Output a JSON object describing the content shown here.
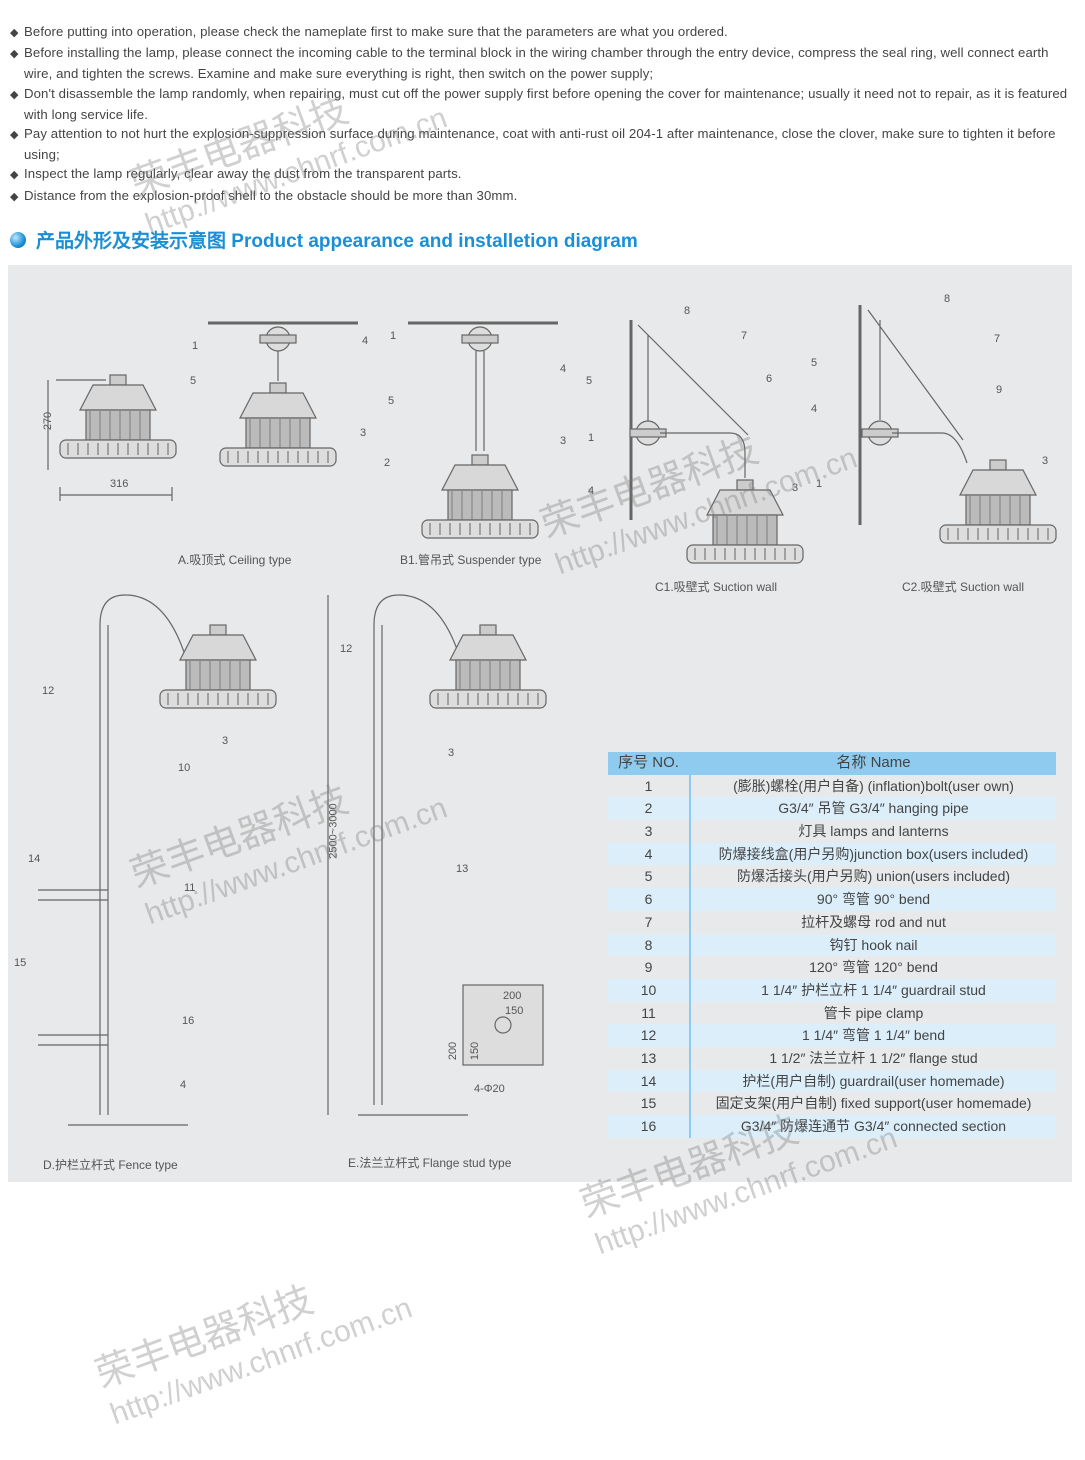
{
  "notes": [
    "Before putting into operation, please check the nameplate first to make sure that the parameters are what you ordered.",
    "Before installing the lamp, please connect the incoming cable to the terminal block in the wiring chamber through the entry device, compress the seal ring, well connect earth wire, and tighten the screws. Examine and make sure everything is right, then switch on the power supply;",
    "Don't disassemble the lamp randomly, when repairing, must cut off the power supply first before opening the cover for maintenance; usually it need not to repair, as it is featured with long service life.",
    "Pay attention to not hurt the explosion-suppression surface during maintenance, coat with anti-rust oil 204-1 after maintenance, close the clover, make sure to tighten it before using;",
    "Inspect the lamp regularly, clear away the dust from the transparent parts.",
    "Distance from the explosion-proof shell to the obstacle should be more than 30mm."
  ],
  "bullet": "◆",
  "section_title": "产品外形及安装示意图 Product appearance and installetion diagram",
  "captions": {
    "a": "A.吸顶式 Ceiling type",
    "b1": "B1.管吊式 Suspender type",
    "c1": "C1.吸壁式  Suction wall",
    "c2": "C2.吸壁式  Suction wall",
    "d": "D.护栏立杆式  Fence type",
    "e": "E.法兰立杆式  Flange stud type"
  },
  "dims": {
    "height": "270",
    "width": "316",
    "pole": "2500~3000",
    "w200": "200",
    "w150": "150",
    "h200": "200",
    "h150": "150",
    "holes": "4-Φ20"
  },
  "callouts": {
    "a": [
      "1",
      "5",
      "4",
      "3"
    ],
    "b1": [
      "1",
      "5",
      "2",
      "4",
      "3"
    ],
    "c1": [
      "8",
      "7",
      "6",
      "5",
      "1",
      "4",
      "3"
    ],
    "c2": [
      "8",
      "7",
      "5",
      "4",
      "9",
      "1",
      "3"
    ],
    "d": [
      "12",
      "3",
      "10",
      "14",
      "11",
      "15",
      "16",
      "4"
    ],
    "e": [
      "12",
      "3",
      "13"
    ]
  },
  "table": {
    "headers": [
      "序号 NO.",
      "名称 Name"
    ],
    "rows": [
      [
        "1",
        "(膨胀)螺栓(用户自备) (inflation)bolt(user own)"
      ],
      [
        "2",
        "G3/4″  吊管  G3/4″  hanging pipe"
      ],
      [
        "3",
        "灯具  lamps and lanterns"
      ],
      [
        "4",
        "防爆接线盒(用户另购)junction box(users included)"
      ],
      [
        "5",
        "防爆活接头(用户另购) union(users included)"
      ],
      [
        "6",
        "90°  弯管  90°  bend"
      ],
      [
        "7",
        "拉杆及螺母 rod and nut"
      ],
      [
        "8",
        "钩钉  hook nail"
      ],
      [
        "9",
        "120°  弯管  120°  bend"
      ],
      [
        "10",
        "1 1/4″  护栏立杆  1 1/4″  guardrail stud"
      ],
      [
        "11",
        "管卡  pipe clamp"
      ],
      [
        "12",
        "1 1/4″  弯管  1 1/4″  bend"
      ],
      [
        "13",
        "1 1/2″  法兰立杆  1 1/2″  flange stud"
      ],
      [
        "14",
        "护栏(用户自制)  guardrail(user homemade)"
      ],
      [
        "15",
        "固定支架(用户自制) fixed support(user homemade)"
      ],
      [
        "16",
        "G3/4″ 防爆连通节 G3/4″ connected section"
      ]
    ]
  },
  "watermark": {
    "cn": "荣丰电器科技",
    "url": "http://www.chnrf.com.cn"
  },
  "colors": {
    "accent": "#1a8fd6",
    "table_header": "#8ecbef",
    "table_row_alt": "#dbeefa",
    "panel": "#e8e9ea"
  }
}
